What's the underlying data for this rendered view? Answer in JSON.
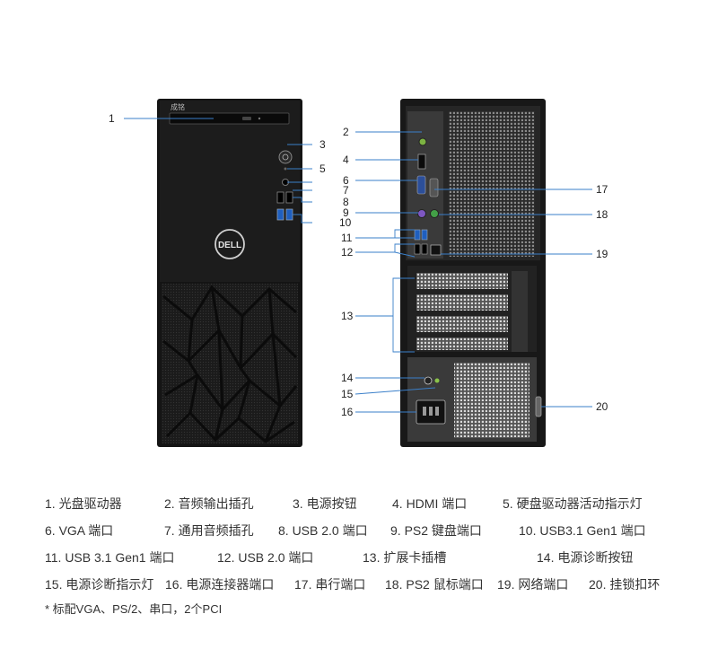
{
  "front": {
    "brand_text": "成铭",
    "logo_text": "DELL"
  },
  "callouts": [
    "1",
    "2",
    "3",
    "4",
    "5",
    "6",
    "7",
    "8",
    "9",
    "10",
    "11",
    "12",
    "13",
    "14",
    "15",
    "16",
    "17",
    "18",
    "19",
    "20"
  ],
  "legend_rows": [
    [
      "1. 光盘驱动器",
      "2. 音频输出插孔",
      "3. 电源按钮",
      "4. HDMI 端口",
      "5. 硬盘驱动器活动指示灯"
    ],
    [
      "6. VGA 端口",
      "7. 通用音频插孔",
      "8. USB 2.0 端口",
      "9. PS2 键盘端口",
      "10. USB3.1 Gen1 端口"
    ],
    [
      "11. USB 3.1 Gen1 端口",
      "12. USB 2.0 端口",
      "13. 扩展卡插槽",
      "14. 电源诊断按钮"
    ],
    [
      "15. 电源诊断指示灯",
      "16. 电源连接器端口",
      "17. 串行端口",
      "18. PS2 鼠标端口",
      "19. 网络端口",
      "20. 挂锁扣环"
    ]
  ],
  "footnote": "* 标配VGA、PS/2、串口，2个PCI"
}
